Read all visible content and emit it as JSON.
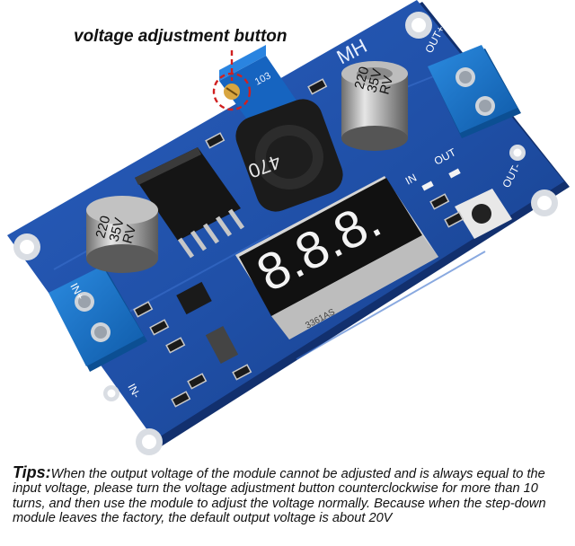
{
  "callout": {
    "label": "voltage adjustment button"
  },
  "board": {
    "brand": "MH",
    "pot_code": "103",
    "inductor_code": "470",
    "display_part": "3361AS",
    "display_digits": "8.8.8.",
    "cap_left": {
      "line1": "220",
      "line2": "35V",
      "line3": "RV"
    },
    "cap_right": {
      "line1": "220",
      "line2": "35V",
      "line3": "RV"
    },
    "labels": {
      "in": "IN",
      "out": "OUT",
      "in_plus": "IN+",
      "in_minus": "IN-",
      "out_plus": "OUT+",
      "out_minus": "OUT-"
    }
  },
  "tips": {
    "title": "Tips:",
    "body": "When the output voltage of the module cannot be adjusted and is always equal to the input voltage, please turn the voltage adjustment button counterclockwise for more than 10 turns, and then use the module to adjust the voltage normally. Because when the step-down module leaves the factory, the default output voltage is about 20V"
  },
  "colors": {
    "pcb": "#1f4fa6",
    "pcb_dark": "#12306e",
    "terminal": "#1673c9",
    "display_segment": "#f4f4f4",
    "callout_line": "#d02020"
  }
}
